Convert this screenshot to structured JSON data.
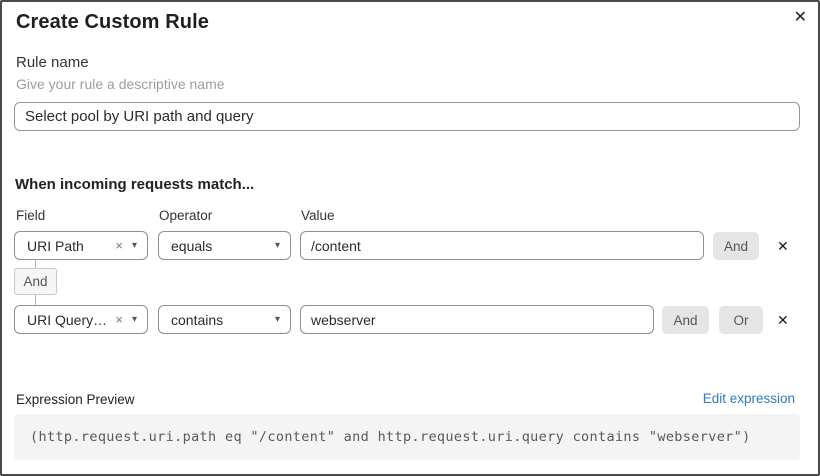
{
  "dialog": {
    "title": "Create Custom Rule",
    "close_icon": "✕"
  },
  "rule_name": {
    "label": "Rule name",
    "hint": "Give your rule a descriptive name",
    "value": "Select pool by URI path and query"
  },
  "matcher": {
    "heading": "When incoming requests match...",
    "columns": {
      "field": "Field",
      "operator": "Operator",
      "value": "Value"
    },
    "rows": [
      {
        "field": "URI Path",
        "operator": "equals",
        "value": "/content",
        "buttons": [
          "And"
        ],
        "delete_icon": "✕"
      },
      {
        "field": "URI Query St...",
        "operator": "contains",
        "value": "webserver",
        "buttons": [
          "And",
          "Or"
        ],
        "delete_icon": "✕"
      }
    ],
    "connector": "And",
    "clear_icon": "×",
    "caret_icon": "▾"
  },
  "expression": {
    "label": "Expression Preview",
    "edit_link": "Edit expression",
    "code": "(http.request.uri.path eq \"/content\" and http.request.uri.query contains \"webserver\")"
  },
  "colors": {
    "link_blue": "#2f7bbf",
    "button_gray": "#e5e5e5",
    "code_bg": "#f4f4f4",
    "border_dark": "#4a4a4a"
  }
}
